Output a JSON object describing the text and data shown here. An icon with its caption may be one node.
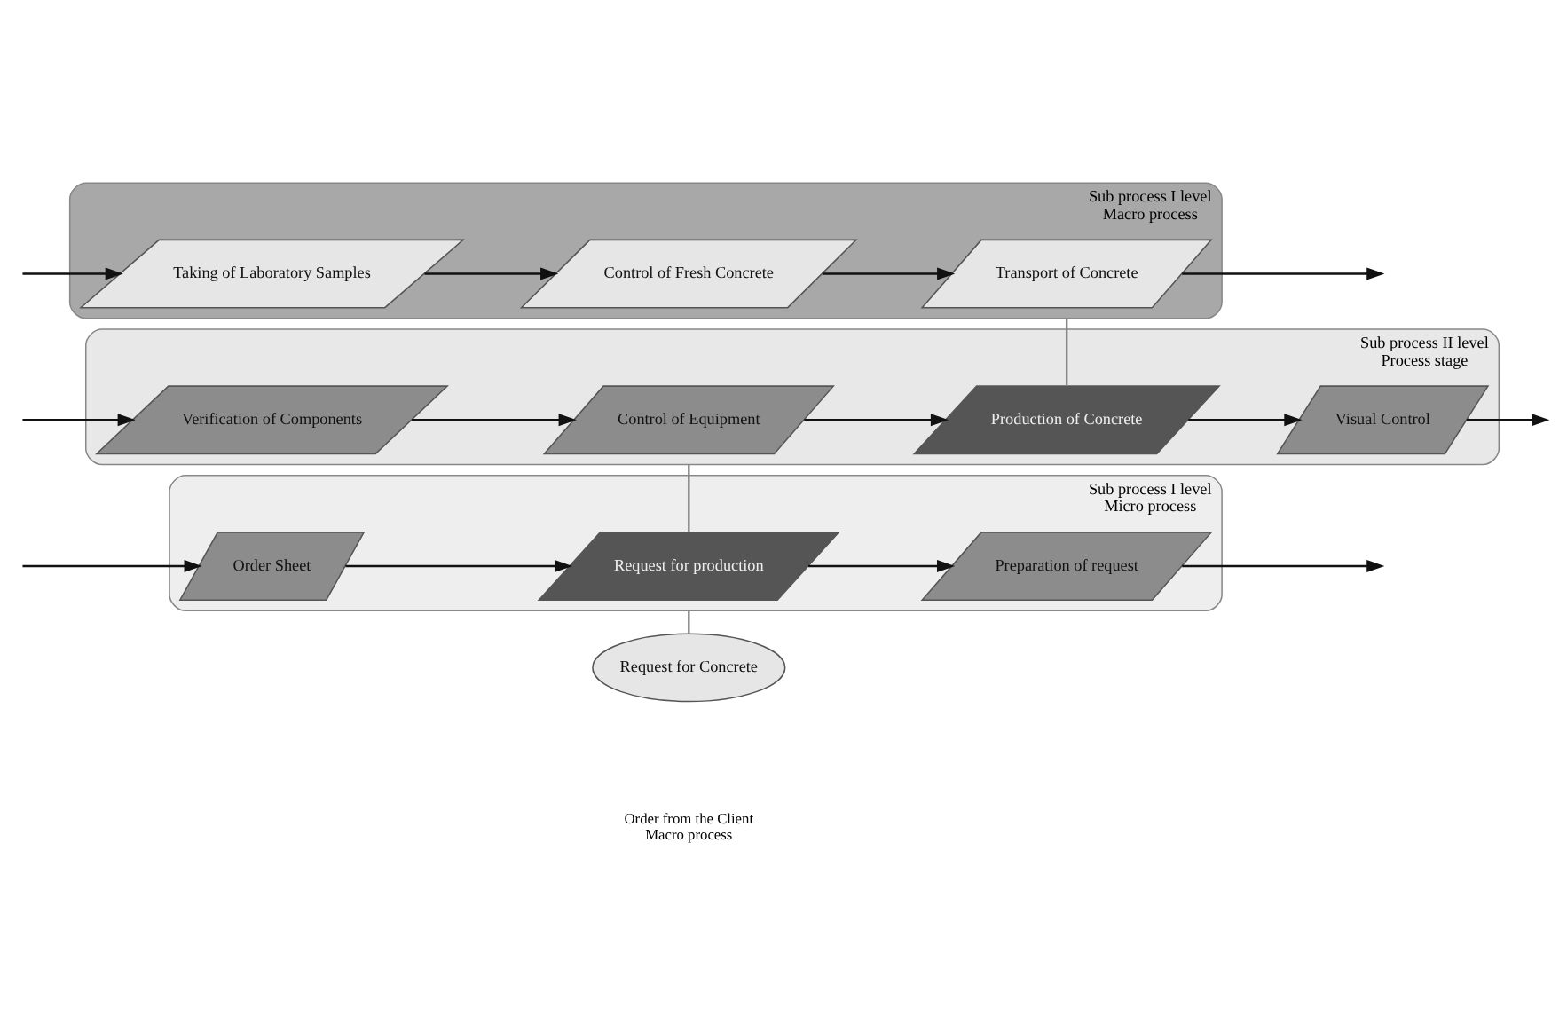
{
  "diagram": {
    "nodes": [
      {
        "text": [
          "Request for Concrete"
        ],
        "beside": [
          "Order from the Client",
          "Macro process"
        ]
      },
      {
        "text": [],
        "shape": "box",
        "beside": [
          "Sub process I level",
          "Micro process"
        ]
      },
      {
        "text": [
          "Order Sheet"
        ],
        "in": 1
      },
      {
        "text": [
          "Request for production"
        ],
        "in": 1
      },
      {
        "text": [
          "Preparation of request"
        ],
        "in": 1
      },
      {
        "text": [],
        "shape": "box",
        "beside": [
          "Sub process II level",
          "Process stage"
        ]
      },
      {
        "text": [
          "Verification of Components"
        ],
        "in": 5
      },
      {
        "text": [
          "Control of Equipment"
        ],
        "in": 5
      },
      {
        "text": [
          "Production of Concrete"
        ],
        "in": 5
      },
      {
        "text": [
          "Visual Control"
        ],
        "in": 5
      },
      {
        "text": [],
        "shape": "box",
        "beside": [
          "Sub process I level",
          "Macro process"
        ]
      },
      {
        "text": [
          "Taking of Laboratory Samples"
        ],
        "in": 10
      },
      {
        "text": [
          "Control of Fresh Concrete"
        ],
        "in": 10
      },
      {
        "text": [
          "Transport of Concrete"
        ],
        "in": 10
      }
    ],
    "edges": [
      {
        "from": 0,
        "to": 1,
        "arrow": "none",
        "color": "#888888"
      },
      {
        "from": null,
        "to": 2,
        "arrow": "to"
      },
      {
        "from": 2,
        "to": 3,
        "arrow": "to"
      },
      {
        "from": 3,
        "to": 4,
        "arrow": "to"
      },
      {
        "from": 4,
        "to": null,
        "arrow": "to"
      },
      {
        "from": 3,
        "to": 5,
        "arrow": "none",
        "color": "#888888"
      },
      {
        "from": null,
        "to": 6,
        "arrow": "to"
      },
      {
        "from": 6,
        "to": 7,
        "arrow": "to"
      },
      {
        "from": 7,
        "to": 8,
        "arrow": "to"
      },
      {
        "from": 8,
        "to": 9,
        "arrow": "to"
      },
      {
        "from": 9,
        "to": null,
        "arrow": "to"
      },
      {
        "from": 8,
        "to": 10,
        "arrow": "none",
        "color": "#888888"
      },
      {
        "from": null,
        "to": 11,
        "arrow": "to"
      },
      {
        "from": 11,
        "to": 12,
        "arrow": "to"
      },
      {
        "from": 12,
        "to": 13,
        "arrow": "to"
      },
      {
        "from": 13,
        "to": null,
        "arrow": "to"
      }
    ]
  }
}
